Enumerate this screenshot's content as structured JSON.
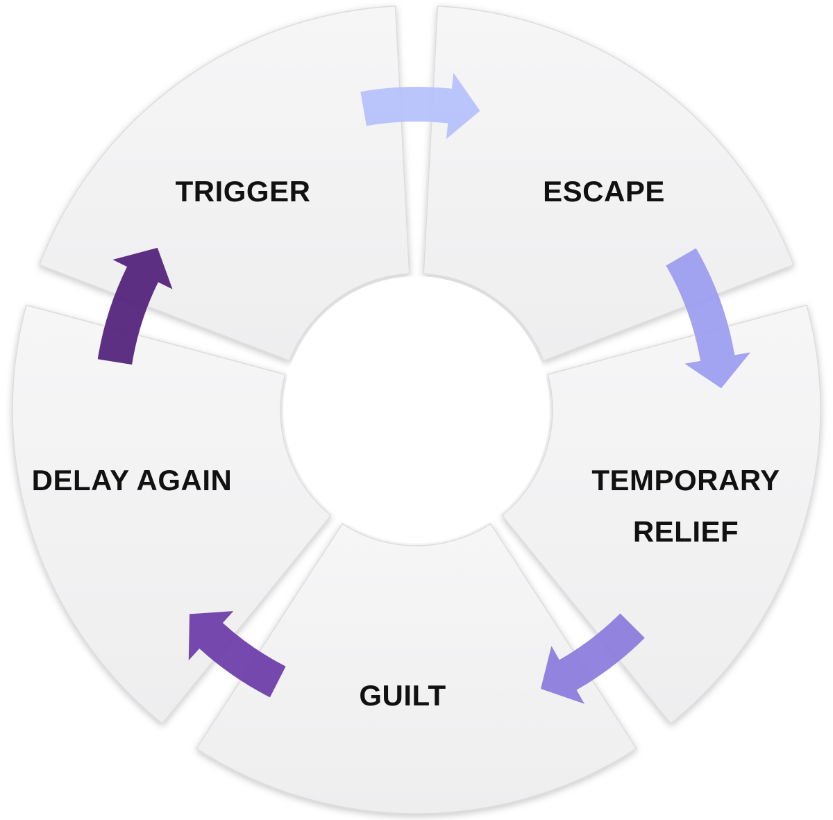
{
  "diagram": {
    "stages": [
      {
        "id": "trigger",
        "lines": [
          "TRIGGER"
        ]
      },
      {
        "id": "escape",
        "lines": [
          "ESCAPE"
        ]
      },
      {
        "id": "temporary-relief",
        "lines": [
          "TEMPORARY",
          "RELIEF"
        ]
      },
      {
        "id": "guilt",
        "lines": [
          "GUILT"
        ]
      },
      {
        "id": "delay-again",
        "lines": [
          "DELAY AGAIN"
        ]
      }
    ],
    "arrows": [
      {
        "from": "trigger",
        "to": "escape",
        "color": "#b4c0fb"
      },
      {
        "from": "escape",
        "to": "temporary-relief",
        "color": "#9a9cf0"
      },
      {
        "from": "temporary-relief",
        "to": "guilt",
        "color": "#8a79dc"
      },
      {
        "from": "guilt",
        "to": "delay-again",
        "color": "#6a3aa8"
      },
      {
        "from": "delay-again",
        "to": "trigger",
        "color": "#4f1e7a"
      }
    ],
    "colors": {
      "segment": "#f3f3f4",
      "segment_edge": "#dcdcde",
      "label": "#111111"
    }
  }
}
